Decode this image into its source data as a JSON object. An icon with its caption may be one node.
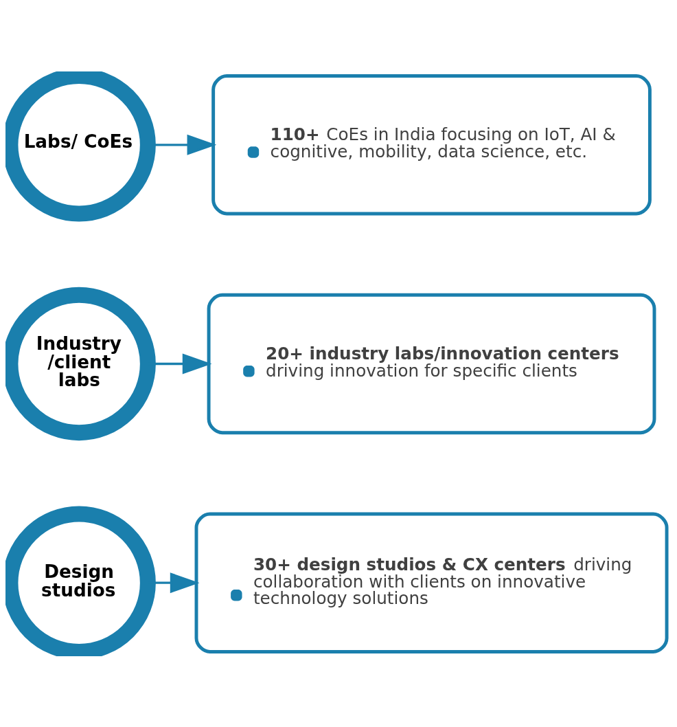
{
  "diagram": {
    "nodes": [
      {
        "text": [
          "Labs/ CoEs"
        ]
      },
      {
        "text": [
          "**110+** CoEs in India focusing on IoT, AI & cognitive, mobility, data science, etc."
        ]
      },
      {
        "text": [
          "Industry /client labs"
        ]
      },
      {
        "text": [
          "**20+ industry labs/innovation centers** driving innovation for specific clients"
        ]
      },
      {
        "text": [
          "Design studios"
        ]
      },
      {
        "text": [
          "**30+ design studios & CX centers** driving collaboration with clients on innovative technology solutions"
        ]
      }
    ],
    "edges": [
      {
        "from": 0,
        "to": 1,
        "arrow": "to"
      },
      {
        "from": 2,
        "to": 3,
        "arrow": "to"
      },
      {
        "from": 4,
        "to": 5,
        "arrow": "to"
      }
    ]
  }
}
